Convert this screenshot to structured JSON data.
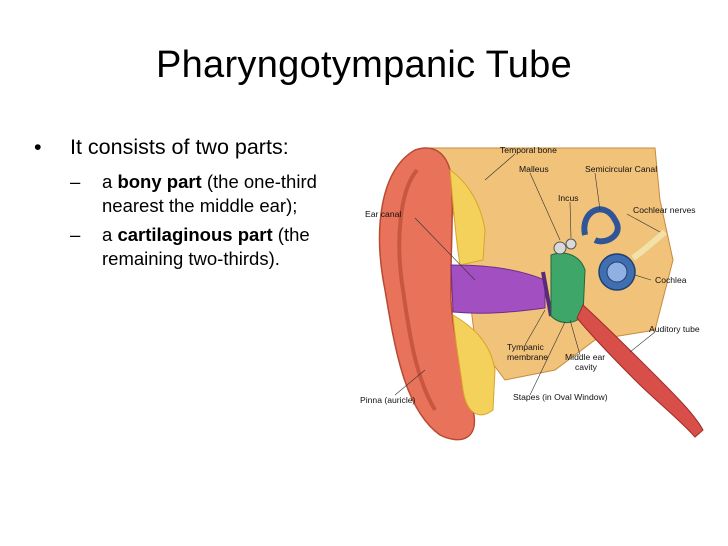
{
  "slide": {
    "title": "Pharyngotympanic Tube",
    "bullet": {
      "marker": "•",
      "text": "It consists of two parts:"
    },
    "sub_bullets": [
      {
        "marker": "–",
        "prefix": "a ",
        "bold": "bony part",
        "rest": " (the one-third nearest the middle ear);"
      },
      {
        "marker": "–",
        "prefix": "a ",
        "bold": "cartilaginous part",
        "rest": " (the remaining two-thirds)."
      }
    ]
  },
  "diagram": {
    "labels": {
      "temporal_bone": "Temporal bone",
      "malleus": "Malleus",
      "semicircular_canal": "Semicircular Canal",
      "incus": "Incus",
      "ear_canal": "Ear canal",
      "cochlear_nerves": "Cochlear nerves",
      "cochlea": "Cochlea",
      "auditory_tube": "Auditory tube",
      "tympanic_membrane_1": "Tympanic",
      "tympanic_membrane_2": "membrane",
      "middle_ear_1": "Middle ear",
      "middle_ear_2": "cavity",
      "pinna": "Pinna (auricle)",
      "stapes": "Stapes (in Oval Window)"
    },
    "colors": {
      "skin": "#e8735a",
      "fat": "#f4d15a",
      "bone": "#f1c27a",
      "canal": "#a24fc1",
      "tube": "#d84f4a",
      "cochlea": "#3f6fb0"
    }
  }
}
